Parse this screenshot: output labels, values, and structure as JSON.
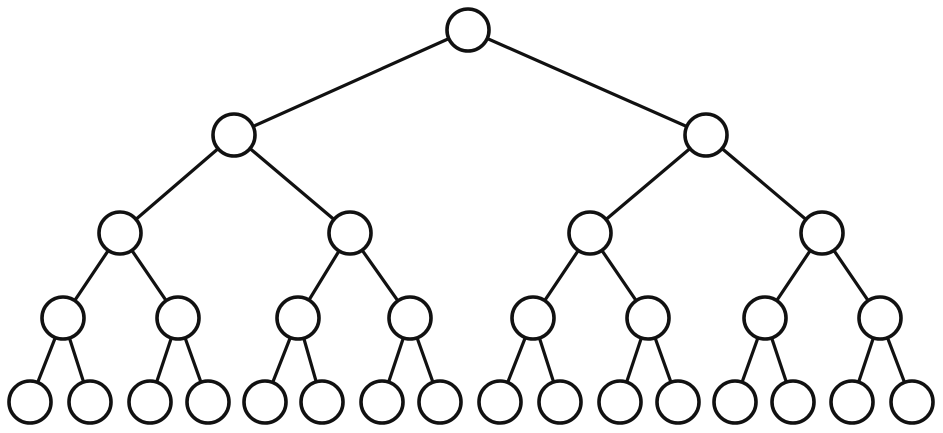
{
  "diagram": {
    "type": "binary-tree",
    "depth": 5,
    "node_count": 31,
    "stroke_color": "#111111",
    "fill_color": "#ffffff"
  }
}
